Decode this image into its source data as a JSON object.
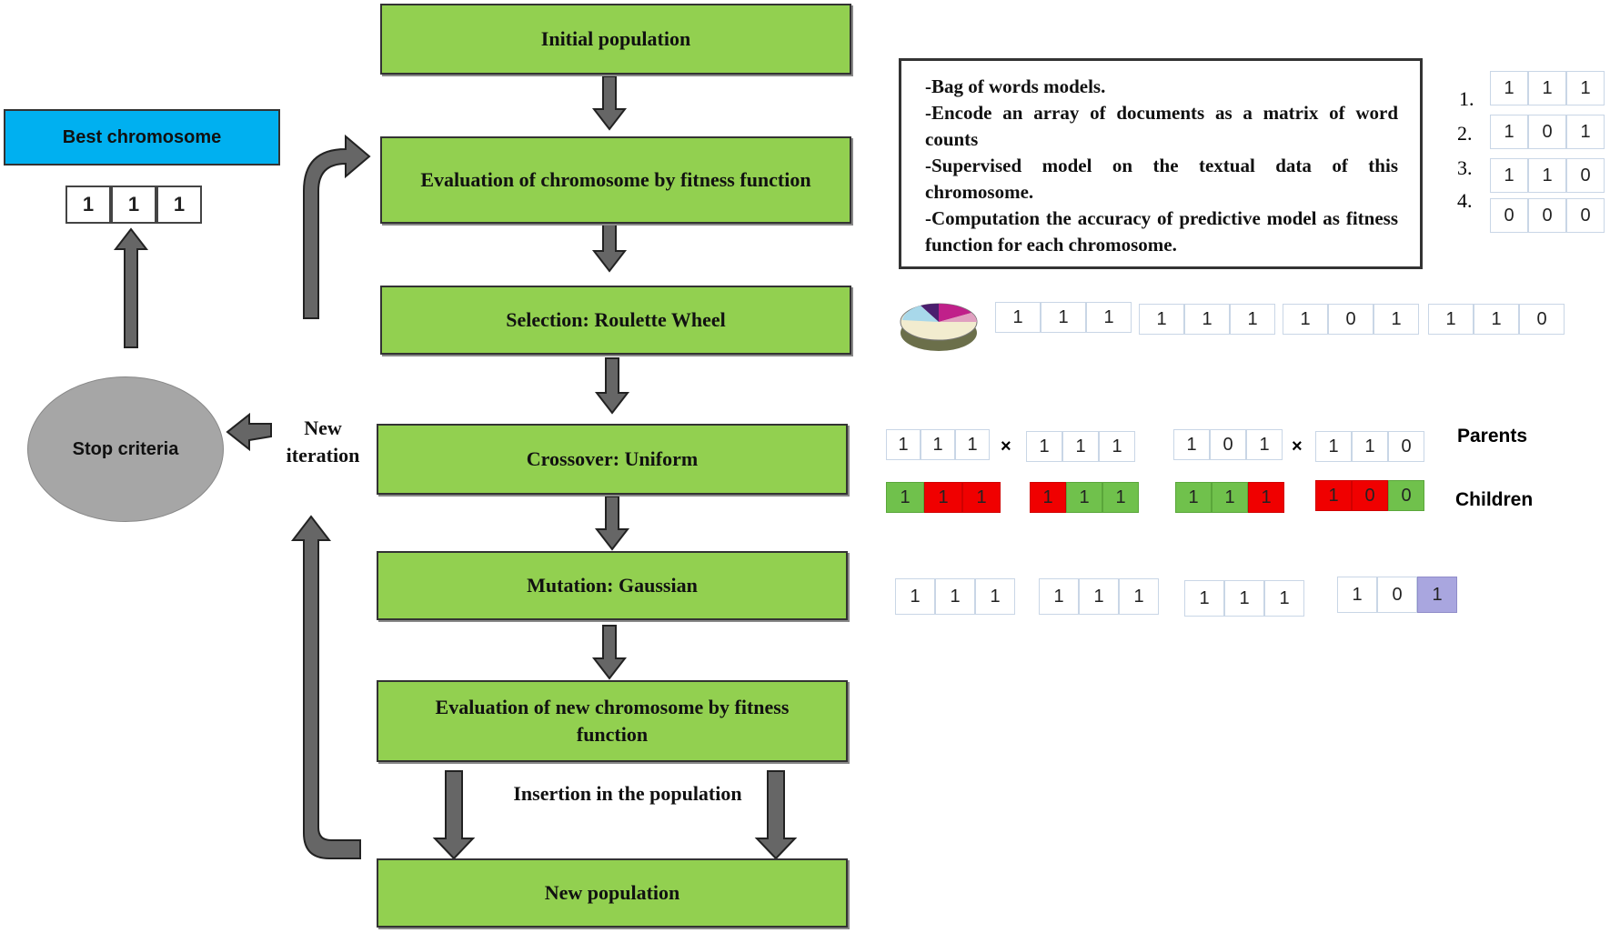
{
  "flow": {
    "initial_population": "Initial population",
    "evaluation": "Evaluation of chromosome by fitness function",
    "selection": "Selection: Roulette Wheel",
    "crossover": "Crossover: Uniform",
    "mutation": "Mutation: Gaussian",
    "evaluation_new": "Evaluation of new chromosome by fitness function",
    "insertion": "Insertion in the population",
    "new_population": "New population"
  },
  "left": {
    "best_chromosome": "Best chromosome",
    "best_bits": [
      "1",
      "1",
      "1"
    ],
    "stop_criteria": "Stop criteria",
    "new_iteration": "New\niteration"
  },
  "description": {
    "lines": [
      "-Bag of words models.",
      "-Encode an array of documents as a matrix of word counts",
      "-Supervised model on the textual data of this chromosome.",
      "-Computation the accuracy of predictive model as fitness function for each chromosome."
    ]
  },
  "population": [
    {
      "label": "1.",
      "bits": [
        "1",
        "1",
        "1"
      ]
    },
    {
      "label": "2.",
      "bits": [
        "1",
        "0",
        "1"
      ]
    },
    {
      "label": "3.",
      "bits": [
        "1",
        "1",
        "0"
      ]
    },
    {
      "label": "4.",
      "bits": [
        "0",
        "0",
        "0"
      ]
    }
  ],
  "selected": [
    [
      "1",
      "1",
      "1"
    ],
    [
      "1",
      "1",
      "1"
    ],
    [
      "1",
      "0",
      "1"
    ],
    [
      "1",
      "1",
      "0"
    ]
  ],
  "crossover": {
    "parents_label": "Parents",
    "children_label": "Children",
    "times": "×",
    "parents": [
      [
        "1",
        "1",
        "1"
      ],
      [
        "1",
        "1",
        "1"
      ],
      [
        "1",
        "0",
        "1"
      ],
      [
        "1",
        "1",
        "0"
      ]
    ],
    "children": [
      {
        "bits": [
          "1",
          "1",
          "1"
        ],
        "colors": [
          "green",
          "red",
          "red"
        ]
      },
      {
        "bits": [
          "1",
          "1",
          "1"
        ],
        "colors": [
          "red",
          "green",
          "green"
        ]
      },
      {
        "bits": [
          "1",
          "1",
          "1"
        ],
        "colors": [
          "green",
          "green",
          "red"
        ]
      },
      {
        "bits": [
          "1",
          "0",
          "0"
        ],
        "colors": [
          "red",
          "red",
          "green"
        ]
      }
    ]
  },
  "mutation_result": [
    {
      "bits": [
        "1",
        "1",
        "1"
      ],
      "colors": [
        "",
        "",
        ""
      ]
    },
    {
      "bits": [
        "1",
        "1",
        "1"
      ],
      "colors": [
        "",
        "",
        ""
      ]
    },
    {
      "bits": [
        "1",
        "1",
        "1"
      ],
      "colors": [
        "",
        "",
        ""
      ]
    },
    {
      "bits": [
        "1",
        "0",
        "1"
      ],
      "colors": [
        "",
        "",
        "purple"
      ]
    }
  ],
  "colors": {
    "step_fill": "#92d050",
    "best_fill": "#00b0f0",
    "stop_fill": "#a6a6a6",
    "arrow_fill": "#666666"
  },
  "icons": {
    "roulette": "roulette-wheel-icon"
  }
}
